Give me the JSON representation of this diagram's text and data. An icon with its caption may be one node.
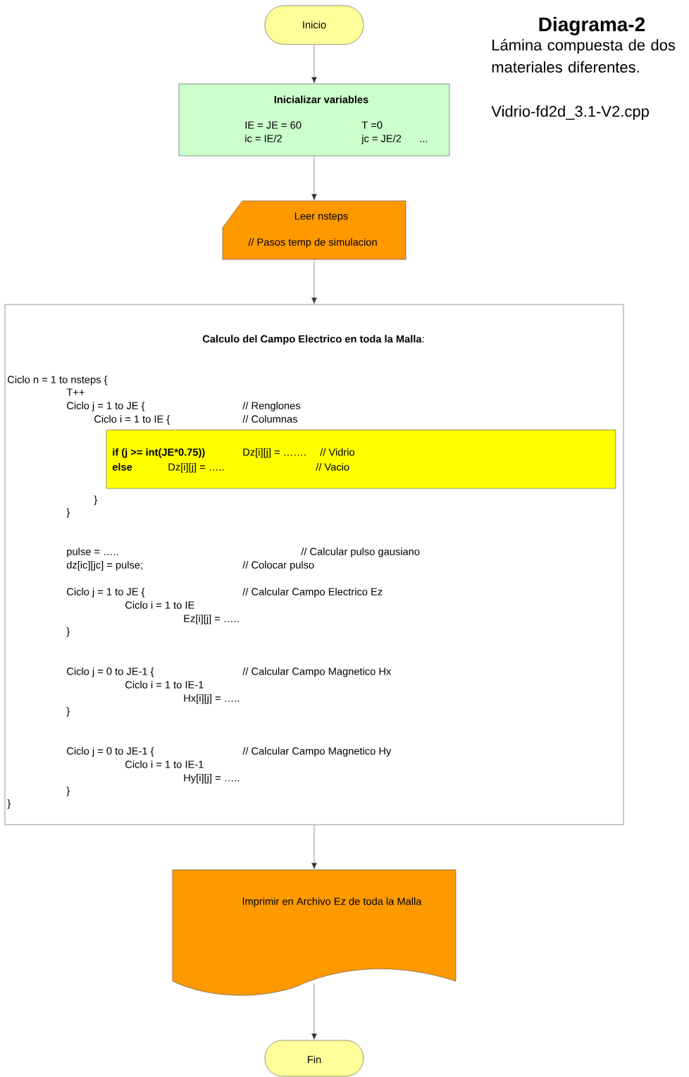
{
  "diagram": {
    "title": "Diagrama-2",
    "nodes": [
      {
        "text": [
          "Inicio"
        ]
      },
      {
        "text": [
          "Inicializar variables",
          "IE = JE = 60",
          "T =0",
          "ic = IE/2",
          "jc = JE/2",
          "..."
        ]
      },
      {
        "text": [
          "Leer nsteps",
          "// Pasos temp de simulacion"
        ]
      },
      {
        "text": [
          "**Calculo del Campo Electrico en toda la Malla**:",
          "Ciclo n = 1 to nsteps {",
          "T++",
          "Ciclo j = 1 to JE {",
          "// Renglones",
          "Ciclo i = 1 to IE {",
          "// Columnas",
          "}",
          "}",
          "pulse = …..",
          "// Calcular pulso gausiano",
          "dz[ic][jc] = pulse;",
          "// Colocar pulso",
          "Ciclo j = 1 to JE {",
          "// Calcular Campo Electrico Ez",
          "Ciclo i = 1 to IE",
          "Ez[i][j] = …..",
          "}",
          "Ciclo j = 0 to JE-1 {",
          "// Calcular Campo Magnetico Hx",
          "Ciclo i = 1 to IE-1",
          "Hx[i][j] = …..",
          "}",
          "Ciclo j = 0 to JE-1 {",
          "// Calcular Campo Magnetico Hy",
          "Ciclo i = 1 to IE-1",
          "Hy[i][j] = …..",
          "}",
          "}"
        ]
      },
      {
        "text": [
          "if (j >= int(JE*0.75))",
          "Dz[i][j] = …….",
          "// Vidrio",
          "else",
          "Dz[i][j] = …..",
          "// Vacio"
        ],
        "in": 3
      },
      {
        "text": [
          "Imprimir en Archivo Ez de toda la Malla"
        ]
      },
      {
        "text": [
          "Fin"
        ]
      }
    ],
    "edges": [
      {
        "from": 0,
        "to": 1,
        "arrow": "to"
      },
      {
        "from": 1,
        "to": 2,
        "arrow": "to"
      },
      {
        "from": 2,
        "to": 3,
        "arrow": "to"
      },
      {
        "from": 3,
        "to": 5,
        "arrow": "to"
      },
      {
        "from": 5,
        "to": 6,
        "arrow": "to"
      }
    ],
    "labels": [
      "Lámina compuesta de dos materiales diferentes.",
      "Vidrio-fd2d_3.1-V2.cpp"
    ]
  }
}
